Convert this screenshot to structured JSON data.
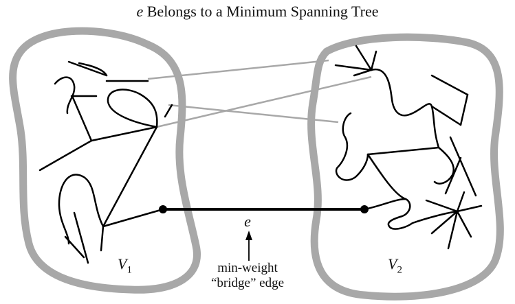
{
  "title": {
    "variable": "e",
    "text": " Belongs to a Minimum Spanning Tree"
  },
  "sets": {
    "left_label": "V",
    "left_sub": "1",
    "right_label": "V",
    "right_sub": "2"
  },
  "bridge": {
    "label": "e",
    "caption_line1": "min-weight",
    "caption_line2": "“bridge” edge"
  },
  "colors": {
    "region_outline": "#a8a8a8",
    "cross_edges": "#a8a8a8",
    "tree_edges": "#000000",
    "bridge_edge": "#000000"
  }
}
